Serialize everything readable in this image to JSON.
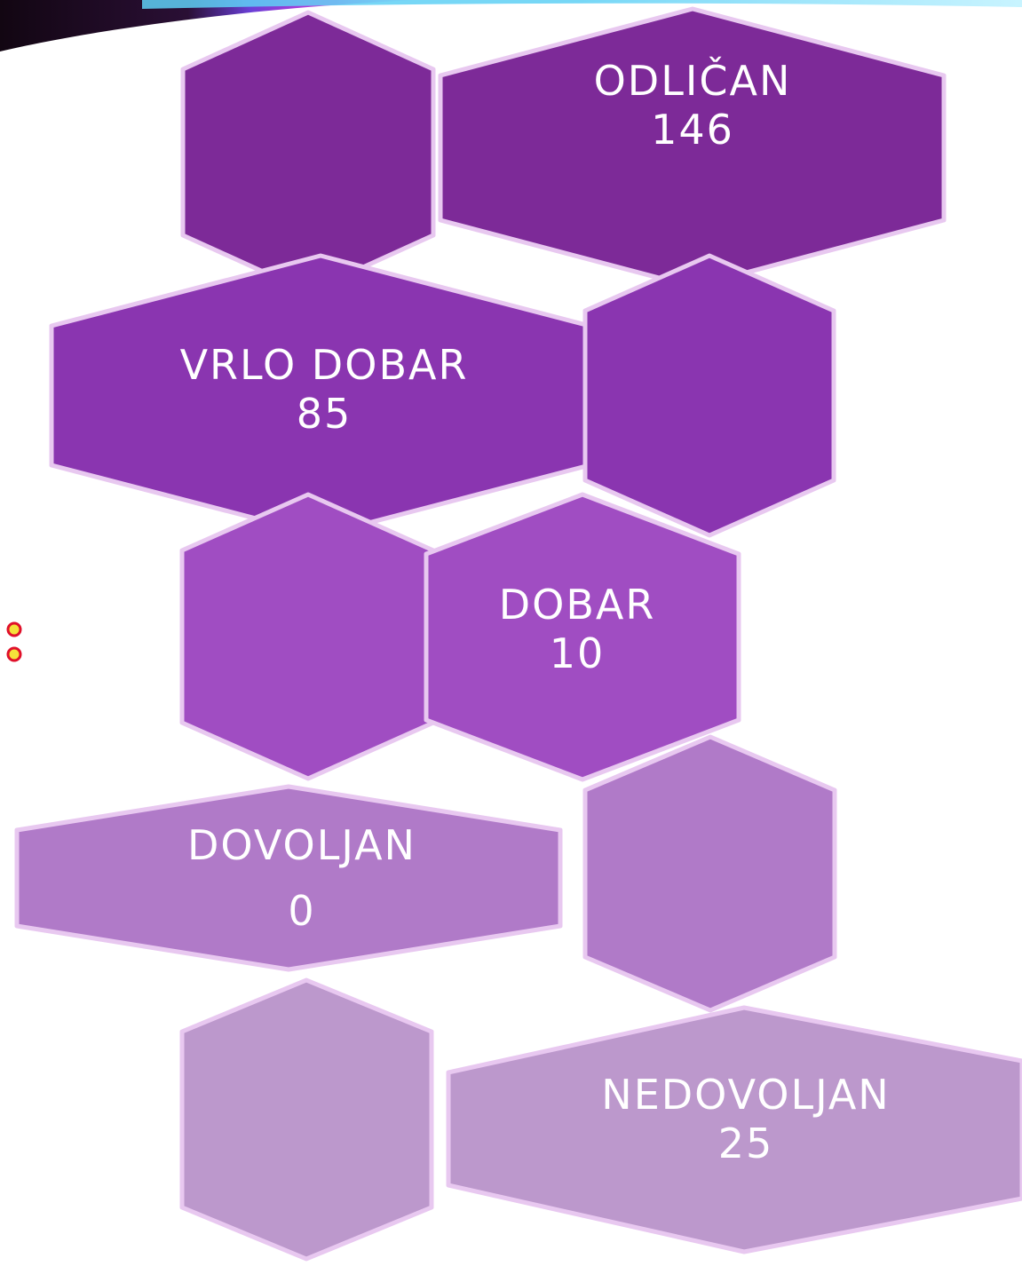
{
  "colors": {
    "row1": "#7d2a98",
    "row2": "#8a35b0",
    "row3": "#a04dc2",
    "row4": "#b07ac8",
    "row5": "#bc98cc",
    "highlight": "#e8c8f0",
    "bullet_fill": "#f5e23a",
    "bullet_ring": "#e0102a",
    "swoosh_dark": "#1a0a18",
    "swoosh_blue": "#5a7cf0",
    "swoosh_pink": "#d23ad6"
  },
  "grades": [
    {
      "name": "ODLIČAN",
      "value": "146"
    },
    {
      "name": "VRLO DOBAR",
      "value": "85"
    },
    {
      "name": "DOBAR",
      "value": "10"
    },
    {
      "name": "DOVOLJAN",
      "value": "0"
    },
    {
      "name": "NEDOVOLJAN",
      "value": "25"
    }
  ]
}
